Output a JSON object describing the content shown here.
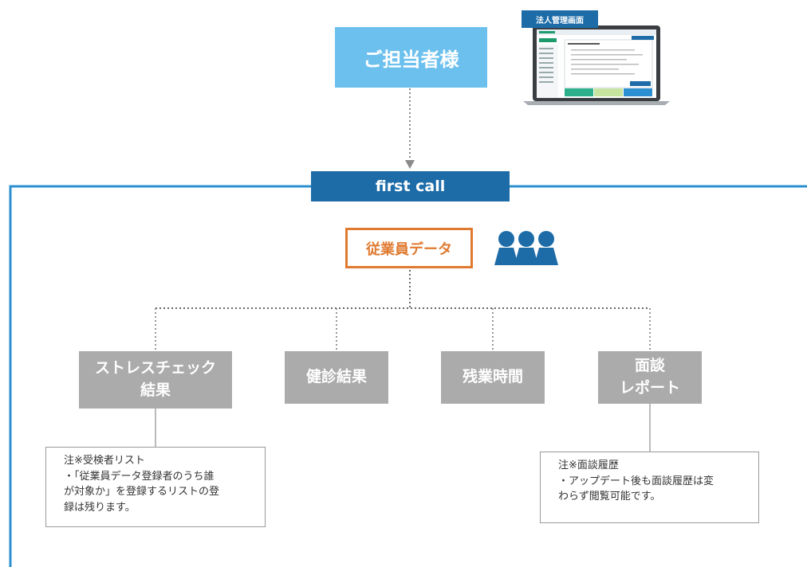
{
  "contact": {
    "label": "ご担当者様"
  },
  "admin_screen": {
    "label": "法人管理画面"
  },
  "first_call": {
    "label": "first call"
  },
  "employee_data": {
    "label": "従業員データ"
  },
  "categories": {
    "stress": {
      "line1": "ストレスチェック",
      "line2": "結果"
    },
    "checkup": {
      "label": "健診結果"
    },
    "overtime": {
      "label": "残業時間"
    },
    "interview": {
      "line1": "面談",
      "line2": "レポート"
    }
  },
  "notes": {
    "left": {
      "lines": [
        "注※受検者リスト",
        "・「従業員データ登録者のうち誰",
        "が対象か」を登録するリストの登",
        "録は残ります。"
      ]
    },
    "right": {
      "lines": [
        "注※面談履歴",
        "・アップデート後も面談履歴は変",
        "わらず閲覧可能です。"
      ]
    }
  },
  "colors": {
    "accent_blue": "#1d6ca8",
    "light_blue": "#6cc0ee",
    "orange": "#e07a30",
    "gray": "#ababab",
    "people_icon": "#1d6ca8"
  }
}
